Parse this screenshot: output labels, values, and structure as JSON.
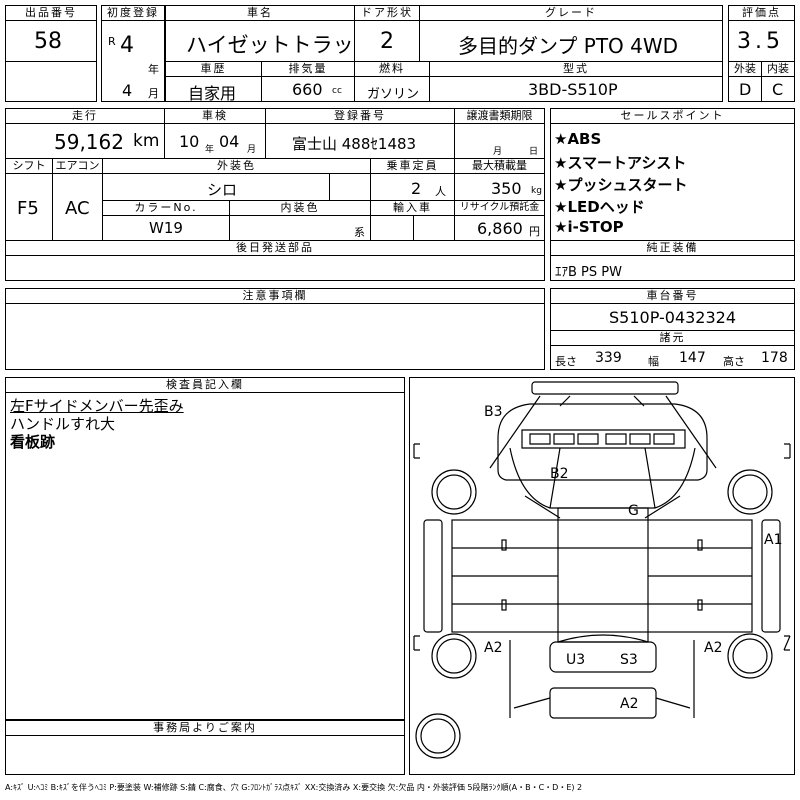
{
  "header": {
    "lot_label": "出品番号",
    "lot_value": "58",
    "first_reg_label": "初度登録",
    "era": "R",
    "year": "4",
    "year_unit": "年",
    "month": "4",
    "month_unit": "月",
    "name_label": "車名",
    "name_value": "ハイゼットトラック",
    "doors_label": "ドア形状",
    "doors_value": "2",
    "grade_label": "グレード",
    "grade_value": "多目的ダンプ PTO 4WD",
    "score_label": "評価点",
    "score_value": "3.5",
    "history_label": "車歴",
    "history_value": "自家用",
    "cc_label": "排気量",
    "cc_value": "660",
    "cc_unit": "cc",
    "fuel_label": "燃料",
    "fuel_value": "ガソリン",
    "model_label": "型式",
    "model_value": "3BD-S510P",
    "ext_label": "外装",
    "ext_value": "D",
    "int_label": "内装",
    "int_value": "C"
  },
  "row2": {
    "mileage_label": "走行",
    "mileage_value": "59,162",
    "mileage_unit": "km",
    "inspection_label": "車検",
    "insp_year": "10",
    "insp_year_unit": "年",
    "insp_month": "04",
    "insp_month_unit": "月",
    "plate_label": "登録番号",
    "plate_value": "富士山 488ｾ1483",
    "transfer_label": "譲渡書類期限",
    "transfer_month": "月",
    "transfer_day": "日",
    "shift_label": "シフト",
    "shift_value": "F5",
    "ac_label": "エアコン",
    "ac_value": "AC",
    "color_label": "外装色",
    "color_value": "シロ",
    "cap_label": "乗車定員",
    "cap_value": "2",
    "cap_unit": "人",
    "load_label": "最大積載量",
    "load_value": "350",
    "load_unit": "kg",
    "colorno_label": "カラーNo.",
    "colorno_value": "W19",
    "intcolor_label": "内装色",
    "intcolor_unit": "系",
    "import_label": "輸入車",
    "recycle_label": "リサイクル預託金",
    "recycle_value": "6,860",
    "recycle_unit": "円",
    "later_label": "後日発送部品"
  },
  "sales": {
    "label": "セールスポイント",
    "items": [
      "★ABS",
      "★スマートアシスト",
      "★プッシュスタート",
      "★LEDヘッド",
      "★i-STOP"
    ],
    "equip_label": "純正装備",
    "equip_value": "ｴｱB PS PW"
  },
  "notes": {
    "label": "注意事項欄"
  },
  "chassis": {
    "label": "車台番号",
    "value": "S510P-0432324",
    "dims_label": "諸元",
    "length_label": "長さ",
    "length_value": "339",
    "width_label": "幅",
    "width_value": "147",
    "height_label": "高さ",
    "height_value": "178"
  },
  "inspector": {
    "label": "検査員記入欄",
    "lines": [
      "左Fサイドメンバー先歪み",
      "ハンドルすれ大",
      "看板跡"
    ]
  },
  "office": {
    "label": "事務局よりご案内"
  },
  "diagram": {
    "marks": [
      "B3",
      "B2",
      "G",
      "A1",
      "A2",
      "A2",
      "U3",
      "S3",
      "A2"
    ]
  },
  "legend": "A:ｷｽﾞ U:ﾍｺﾐ B:ｷｽﾞを伴うﾍｺﾐ P:要塗装 W:補修跡 S:錆 C:腐食、穴 G:ﾌﾛﾝﾄｶﾞﾗｽ点ｷｽﾞ XX:交換済み X:要交換 欠:欠品 内・外装評価 5段階ﾗﾝｸ順(A・B・C・D・E) 2"
}
